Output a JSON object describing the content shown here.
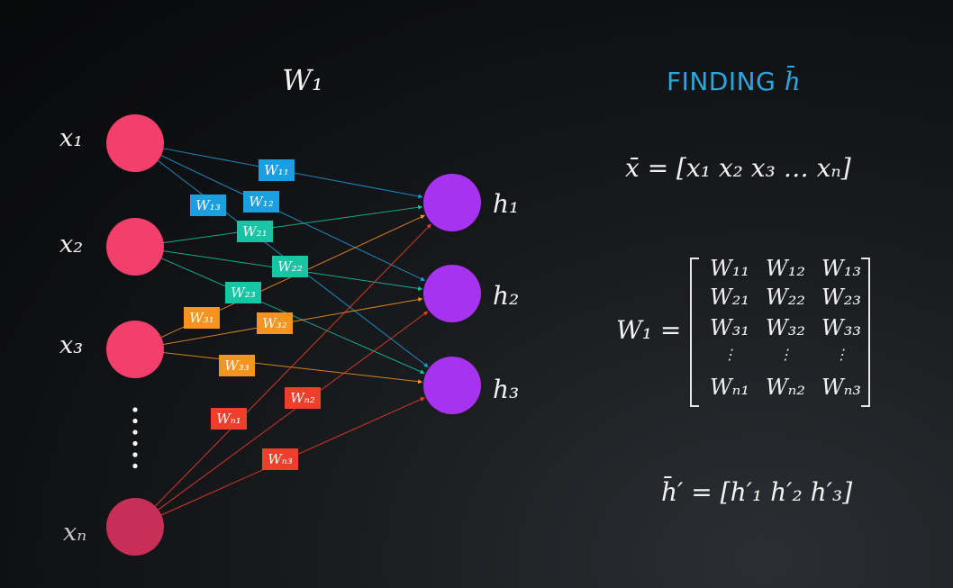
{
  "weight_matrix_label": "W₁",
  "title": {
    "text": "FINDING",
    "symbol": "h̄"
  },
  "inputs": [
    {
      "label": "x₁"
    },
    {
      "label": "x₂"
    },
    {
      "label": "x₃"
    },
    {
      "label": "xₙ"
    }
  ],
  "hidden": [
    {
      "label": "h₁"
    },
    {
      "label": "h₂"
    },
    {
      "label": "h₃"
    }
  ],
  "ellipsis": "⋮",
  "weights": [
    {
      "label": "W₁₁",
      "color": "#1a9fe0"
    },
    {
      "label": "W₁₂",
      "color": "#1a9fe0"
    },
    {
      "label": "W₁₃",
      "color": "#1a9fe0"
    },
    {
      "label": "W₂₁",
      "color": "#17c4a4"
    },
    {
      "label": "W₂₂",
      "color": "#17c4a4"
    },
    {
      "label": "W₂₃",
      "color": "#17c4a4"
    },
    {
      "label": "W₃₁",
      "color": "#f5941f"
    },
    {
      "label": "W₃₂",
      "color": "#f5941f"
    },
    {
      "label": "W₃₃",
      "color": "#f5941f"
    },
    {
      "label": "Wₙ₁",
      "color": "#ee3f2b"
    },
    {
      "label": "Wₙ₂",
      "color": "#ee3f2b"
    },
    {
      "label": "Wₙ₃",
      "color": "#ee3f2b"
    }
  ],
  "equations": {
    "x_bar": "x̄ = [x₁ x₂ x₃ … xₙ]",
    "w1_lhs": "W₁ =",
    "h_bar_prime": "h̄′ = [h′₁ h′₂ h′₃]"
  },
  "matrix": [
    [
      "W₁₁",
      "W₁₂",
      "W₁₃"
    ],
    [
      "W₂₁",
      "W₂₂",
      "W₂₃"
    ],
    [
      "W₃₁",
      "W₃₂",
      "W₃₃"
    ],
    [
      "⋮",
      "⋮",
      "⋮"
    ],
    [
      "Wₙ₁",
      "Wₙ₂",
      "Wₙ₃"
    ]
  ],
  "colors": {
    "input_node": "#f23f6c",
    "input_node_n": "#c72f58",
    "hidden_node": "#a733f0",
    "title": "#2aa7e0"
  }
}
